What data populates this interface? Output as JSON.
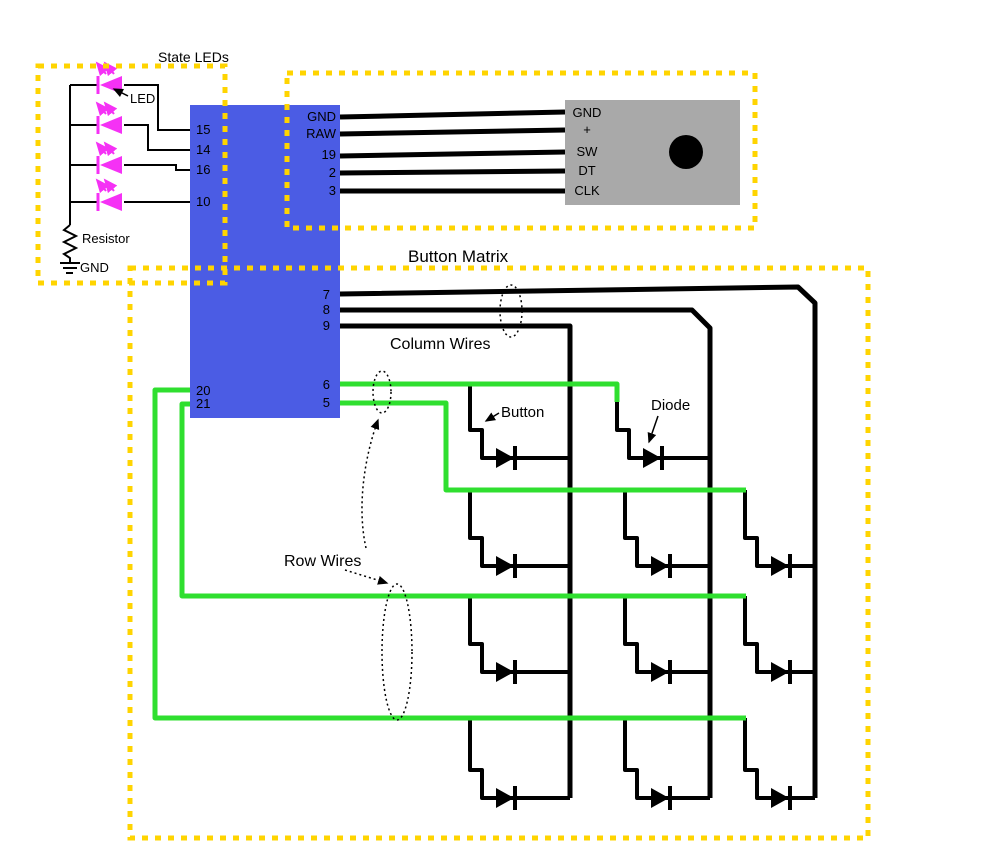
{
  "diagram_title": "Button Matrix",
  "state_leds": {
    "title": "State LEDs",
    "led": "LED",
    "resistor": "Resistor",
    "gnd": "GND",
    "pins": [
      "15",
      "14",
      "16",
      "10"
    ]
  },
  "mcu": {
    "encoder_pins": [
      "GND",
      "RAW",
      "19",
      "2",
      "3"
    ],
    "column_pins": [
      "7",
      "8",
      "9"
    ],
    "row_pins_right": [
      "6",
      "5"
    ],
    "row_pins_left": [
      "20",
      "21"
    ]
  },
  "encoder": {
    "pins": [
      "GND",
      "+",
      "SW",
      "DT",
      "CLK"
    ]
  },
  "matrix": {
    "title": "Button Matrix",
    "column_wires": "Column Wires",
    "row_wires": "Row Wires",
    "button": "Button",
    "diode": "Diode"
  },
  "colors": {
    "mcu_board": "#4b5ce4",
    "wire_row": "#2fdf2f",
    "wire_column": "#000000",
    "led": "#f531f5",
    "section_border": "#ffd400",
    "encoder_body": "#a9a9a9"
  }
}
